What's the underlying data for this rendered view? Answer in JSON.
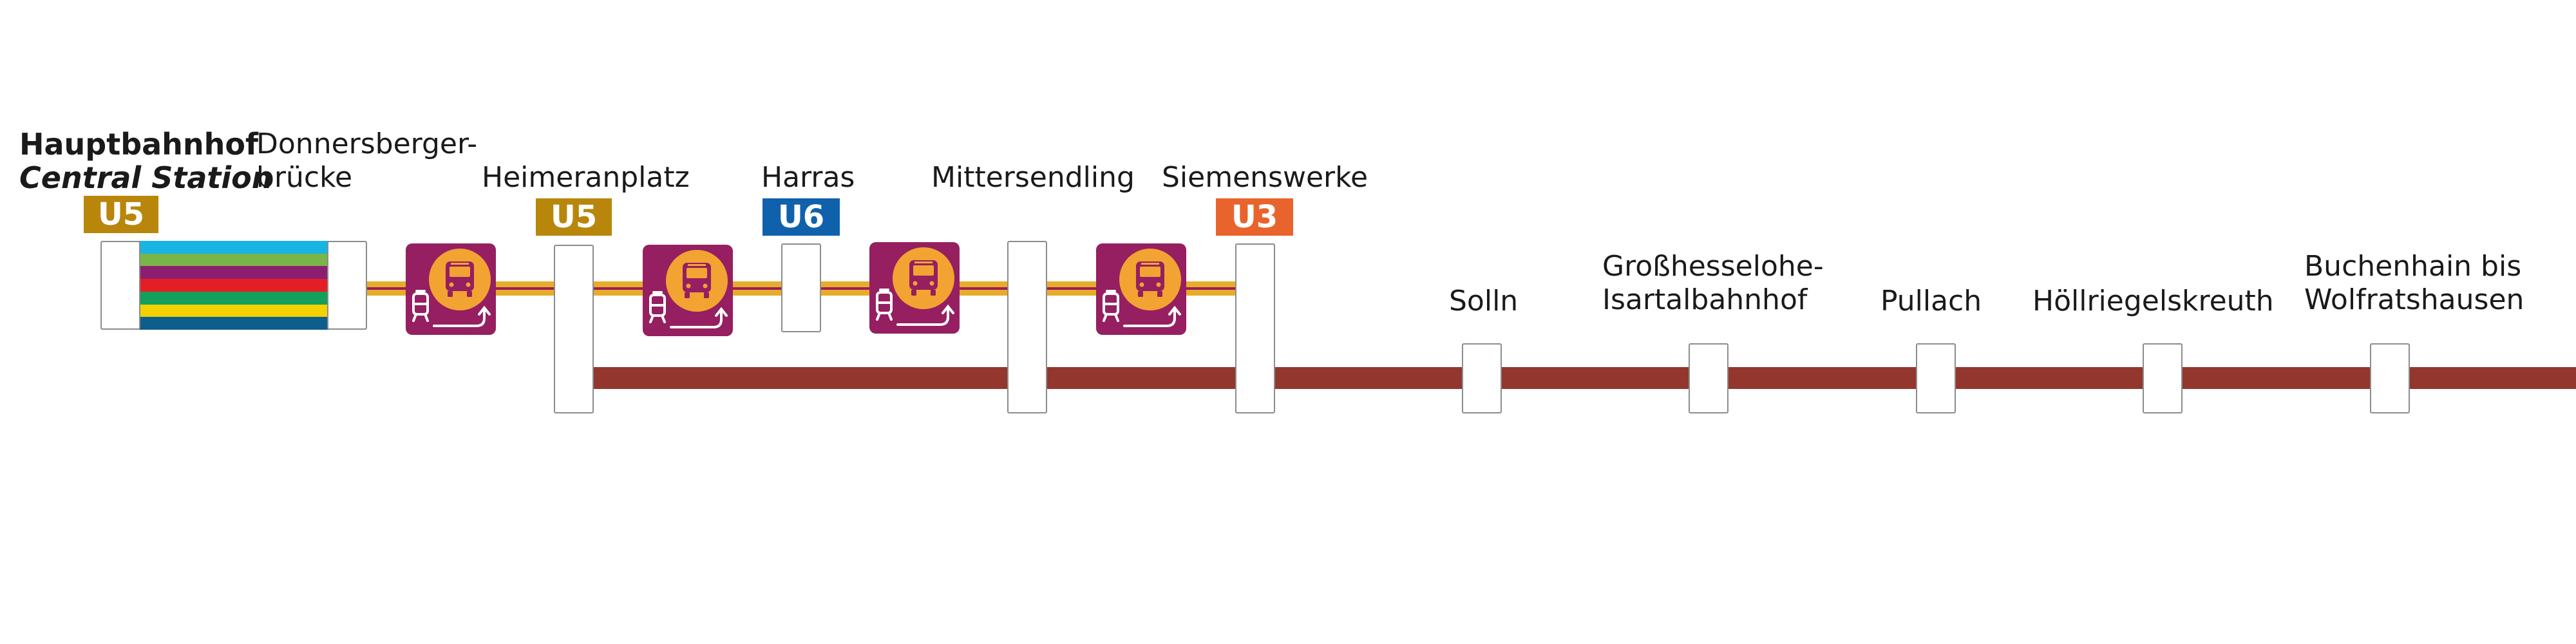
{
  "colors": {
    "main_line": "#93362d",
    "replacement": "#e8ac2b",
    "replacement_inner": "#9a1d5b",
    "icon_bg": "#951f60",
    "icon_circle": "#f2a332",
    "u5": "#b8860b",
    "u6": "#1061ac",
    "u3": "#e8642c",
    "stripes": [
      "#17b4e4",
      "#7ab548",
      "#8c1e72",
      "#e31e24",
      "#14a05c",
      "#f4d100",
      "#0e5e8c"
    ]
  },
  "stations": {
    "hauptbahnhof": {
      "line1": "Hauptbahnhof",
      "line2": "Central Station",
      "badge": "U5"
    },
    "donnersberger": {
      "line1": "Donnersberger-",
      "line2": "brücke"
    },
    "heimeranplatz": {
      "line1": "Heimeranplatz",
      "badge": "U5"
    },
    "harras": {
      "line1": "Harras",
      "badge": "U6"
    },
    "mittersendling": {
      "line1": "Mittersendling"
    },
    "siemenswerke": {
      "line1": "Siemenswerke",
      "badge": "U3"
    },
    "solln": {
      "line1": "Solln"
    },
    "grosshesselohe": {
      "line1": "Großhesselohe-",
      "line2": "Isartalbahnhof"
    },
    "pullach": {
      "line1": "Pullach"
    },
    "hoellriegelskreuth": {
      "line1": "Höllriegelskreuth"
    },
    "buchenhain": {
      "line1": "Buchenhain bis",
      "line2": "Wolfratshausen"
    }
  },
  "icons": [
    "bus-replacement-icon",
    "tram-icon",
    "arrow-up-right-icon"
  ]
}
